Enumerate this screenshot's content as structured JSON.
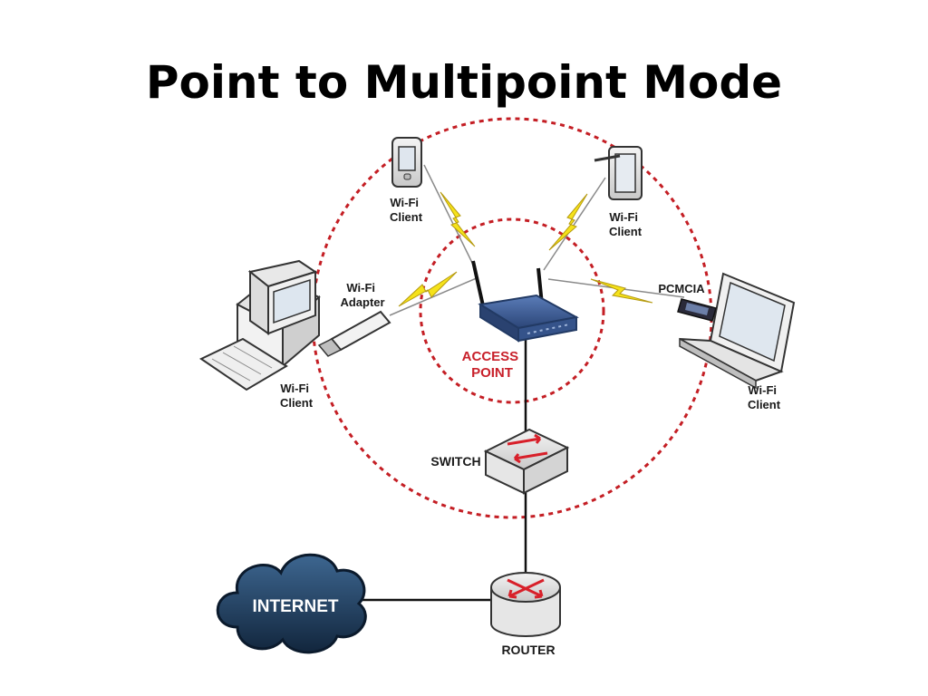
{
  "title": "Point to Multipoint Mode",
  "labels": {
    "wifi_client_top_left": [
      "Wi-Fi",
      "Client"
    ],
    "wifi_client_top_right": [
      "Wi-Fi",
      "Client"
    ],
    "wifi_adapter": [
      "Wi-Fi",
      "Adapter"
    ],
    "wifi_client_desktop": [
      "Wi-Fi",
      "Client"
    ],
    "pcmcia": "PCMCIA",
    "wifi_client_laptop": [
      "Wi-Fi",
      "Client"
    ],
    "access_point": [
      "ACCESS",
      "POINT"
    ],
    "switch": "SWITCH",
    "internet": "INTERNET",
    "router": "ROUTER"
  },
  "colors": {
    "range_circle": "#c41e24",
    "lightning": "#f5e21a",
    "cloud": "#1f3e63",
    "access_point": "#3d5e9a",
    "router_arrows": "#d8202a"
  },
  "icons": [
    "pda-icon",
    "tablet-icon",
    "desktop-pc-icon",
    "usb-adapter-icon",
    "laptop-icon",
    "pcmcia-card-icon",
    "access-point-icon",
    "switch-icon",
    "router-icon",
    "cloud-icon"
  ]
}
